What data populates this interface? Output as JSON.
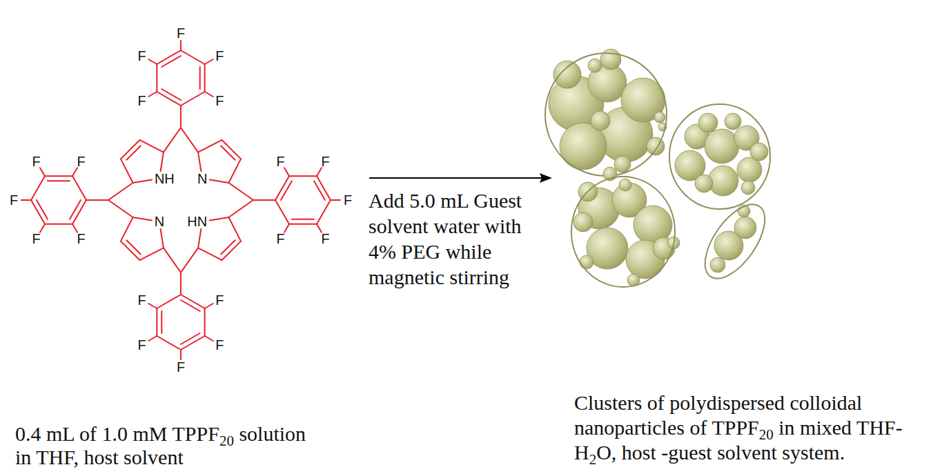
{
  "diagram": {
    "labels": [
      "F",
      "F",
      "F",
      "F",
      "F",
      "F",
      "F",
      "F",
      "F",
      "NH",
      "N",
      "F",
      "F",
      "N",
      "HN",
      "F",
      "F",
      "F",
      "F",
      "F",
      "F",
      "F",
      "F",
      "F",
      "Add 5.0 mL Guest solvent water with 4% PEG while magnetic stirring",
      "0.4 mL of 1.0 mM TPPF20 solution in THF, host solvent",
      "Clusters of polydispersed colloidal nanoparticles of TPPF20 in mixed THF-H2O, host -guest solvent system."
    ]
  }
}
